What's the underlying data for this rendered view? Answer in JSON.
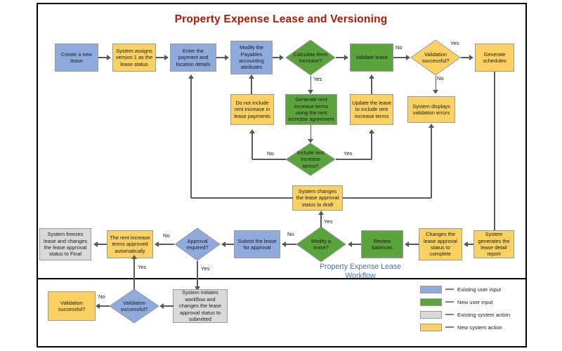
{
  "diagram": {
    "title": "Property Expense Lease and Versioning",
    "title_color": "#b51700",
    "band_label": "Property Expense Lease\nWorkflow",
    "band_label_line1": "Property Expense Lease",
    "band_label_line2": "Workflow",
    "band_label_color": "#4472c4"
  },
  "palette": {
    "existing_user_input": "#8faadc",
    "new_user_input": "#5ba33b",
    "existing_system_action": "#d9d9d9",
    "new_system_action": "#fbd162",
    "connector": "#595959",
    "frame": "#000000"
  },
  "nodes": {
    "create_new_lease": {
      "label": "Create a new lease",
      "shape": "rect",
      "category": "existing_user_input"
    },
    "system_assigns_version": {
      "label": "System assigns version 1 as the lease status",
      "shape": "rect",
      "category": "new_system_action"
    },
    "enter_payment_location": {
      "label": "Enter the payment and location details",
      "shape": "rect",
      "category": "existing_user_input"
    },
    "modify_payables": {
      "label": "Modify the Payables accounting attributes",
      "shape": "rect",
      "category": "existing_user_input"
    },
    "calculate_rent_increase": {
      "label": "Calculate Rent Increase?",
      "shape": "diamond",
      "category": "new_user_input"
    },
    "validate_lease": {
      "label": "Validate lease",
      "shape": "rect",
      "category": "new_user_input"
    },
    "validation_successful_top": {
      "label": "Validation successful?",
      "shape": "diamond",
      "category": "new_system_action"
    },
    "generate_schedules": {
      "label": "Generate schedules",
      "shape": "rect",
      "category": "new_system_action"
    },
    "do_not_include_rent_increase": {
      "label": "Do not include rent increase in lease payments",
      "shape": "rect",
      "category": "new_system_action"
    },
    "generate_rent_increase_terms": {
      "label": "Generate rent increase terms using the rent increase agreement",
      "shape": "rect",
      "category": "new_user_input"
    },
    "update_lease_include_terms": {
      "label": "Update the lease to include rent increase terms",
      "shape": "rect",
      "category": "new_system_action"
    },
    "system_displays_validation_errors": {
      "label": "System displays validation errors",
      "shape": "rect",
      "category": "new_system_action"
    },
    "include_rent_increase_terms": {
      "label": "Include rent increase terms?",
      "shape": "diamond",
      "category": "new_user_input"
    },
    "system_changes_status_draft": {
      "label": "System changes the lease approval status to draft",
      "shape": "rect",
      "category": "new_system_action"
    },
    "system_freezes_lease": {
      "label": "System freezes lease and changes the lease approval status to Final",
      "shape": "rect",
      "category": "existing_system_action"
    },
    "rent_increase_terms_approved": {
      "label": "The rent increase terms approved automatically",
      "shape": "rect",
      "category": "new_system_action"
    },
    "approval_required": {
      "label": "Approval required?",
      "shape": "diamond",
      "category": "existing_user_input"
    },
    "submit_lease_for_approval": {
      "label": "Submit the lease for approval",
      "shape": "rect",
      "category": "existing_user_input"
    },
    "modify_a_lease": {
      "label": "Modify a lease?",
      "shape": "diamond",
      "category": "new_user_input"
    },
    "review_balances": {
      "label": "Review balances",
      "shape": "rect",
      "category": "new_user_input"
    },
    "changes_status_complete": {
      "label": "Changes the lease approval status to complete",
      "shape": "rect",
      "category": "new_system_action"
    },
    "system_generates_report": {
      "label": "System generates the lease detail report",
      "shape": "rect",
      "category": "new_system_action"
    },
    "validation_successful_box": {
      "label": "Validation successful?",
      "shape": "rect",
      "category": "new_system_action"
    },
    "validation_successful_diamond": {
      "label": "Validation successful?",
      "shape": "diamond",
      "category": "existing_user_input"
    },
    "system_initiates_workflow": {
      "label": "System initiates workflow and changes the lease approval status to submitted",
      "shape": "rect",
      "category": "existing_system_action"
    }
  },
  "edge_labels": {
    "calc_rent_yes": "Yes",
    "validation_top_in_no": "No",
    "validation_top_yes": "Yes",
    "validation_top_no": "No",
    "include_terms_no": "No",
    "include_terms_yes": "Yes",
    "approval_required_no": "No",
    "approval_required_yes": "Yes",
    "modify_lease_yes": "Yes",
    "modify_lease_no": "No",
    "rent_terms_yes": "Yes",
    "validation_bottom_no": "No"
  },
  "legend": {
    "items": [
      {
        "label": "Existing user input",
        "color": "#8faadc"
      },
      {
        "label": "New user input",
        "color": "#5ba33b"
      },
      {
        "label": "Existing system action",
        "color": "#d9d9d9"
      },
      {
        "label": "New system action",
        "color": "#fbd162"
      }
    ]
  }
}
